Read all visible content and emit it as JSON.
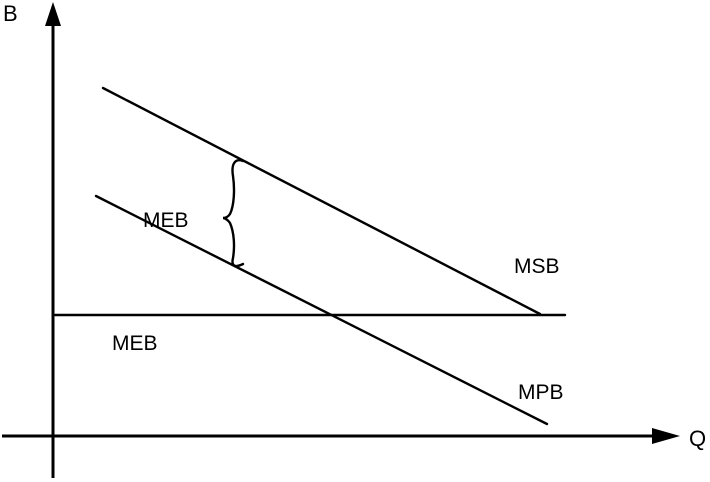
{
  "axes": {
    "y_label": "B",
    "x_label": "Q"
  },
  "curves": {
    "msb_label": "MSB",
    "mpb_label": "MPB",
    "meb_horizontal_label": "MEB"
  },
  "gap": {
    "label": "MEB"
  },
  "colors": {
    "ink": "#000000",
    "background": "#ffffff"
  }
}
